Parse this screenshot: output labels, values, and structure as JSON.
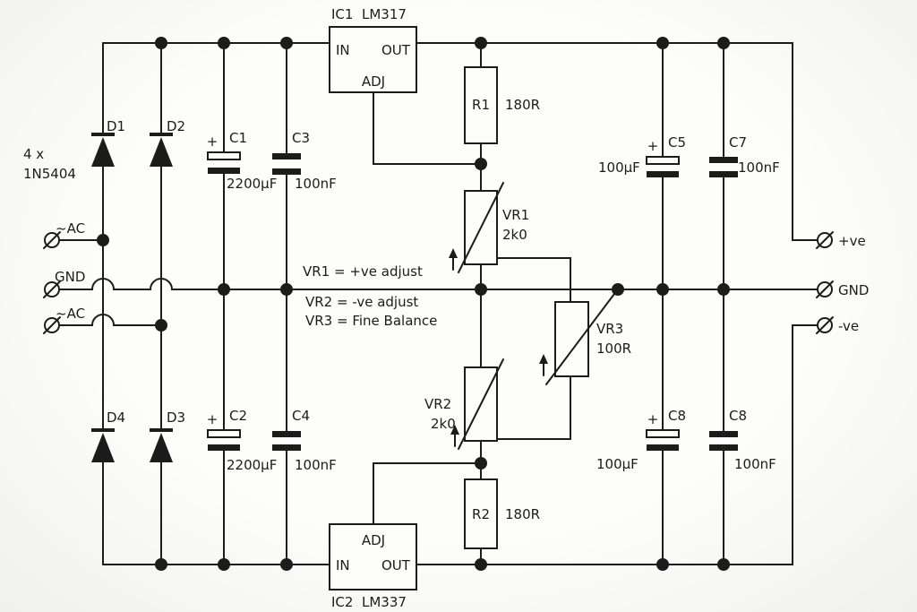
{
  "colors": {
    "ink": "#1c1c1c",
    "paper": "#fdfdfb"
  },
  "ic1": {
    "ref": "IC1",
    "part": "LM317",
    "pin_in": "IN",
    "pin_out": "OUT",
    "pin_adj": "ADJ"
  },
  "ic2": {
    "ref": "IC2",
    "part": "LM337",
    "pin_in": "IN",
    "pin_out": "OUT",
    "pin_adj": "ADJ"
  },
  "diode_note": {
    "qty": "4 x",
    "part": "1N5404"
  },
  "diodes": {
    "d1": "D1",
    "d2": "D2",
    "d3": "D3",
    "d4": "D4"
  },
  "resistors": {
    "r1": {
      "ref": "R1",
      "value": "180R"
    },
    "r2": {
      "ref": "R2",
      "value": "180R"
    }
  },
  "pots": {
    "vr1": {
      "ref": "VR1",
      "value": "2k0"
    },
    "vr2": {
      "ref": "VR2",
      "value": "2k0"
    },
    "vr3": {
      "ref": "VR3",
      "value": "100R"
    }
  },
  "caps": {
    "c1": {
      "ref": "C1",
      "value": "2200µF",
      "polarity": "+"
    },
    "c2": {
      "ref": "C2",
      "value": "2200µF",
      "polarity": "+"
    },
    "c3": {
      "ref": "C3",
      "value": "100nF"
    },
    "c4": {
      "ref": "C4",
      "value": "100nF"
    },
    "c5": {
      "ref": "C5",
      "value": "100µF",
      "polarity": "+"
    },
    "c7": {
      "ref": "C7",
      "value": "100nF"
    },
    "c8a": {
      "ref": "C8",
      "value": "100µF",
      "polarity": "+"
    },
    "c8b": {
      "ref": "C8",
      "value": "100nF"
    }
  },
  "terminals": {
    "ac_top": "~AC",
    "gnd_left": "GND",
    "ac_bottom": "~AC",
    "positive": "+ve",
    "gnd_right": "GND",
    "negative": "-ve"
  },
  "notes": {
    "vr1": "VR1 = +ve adjust",
    "vr2": "VR2 = -ve adjust",
    "vr3": "VR3 = Fine Balance"
  }
}
